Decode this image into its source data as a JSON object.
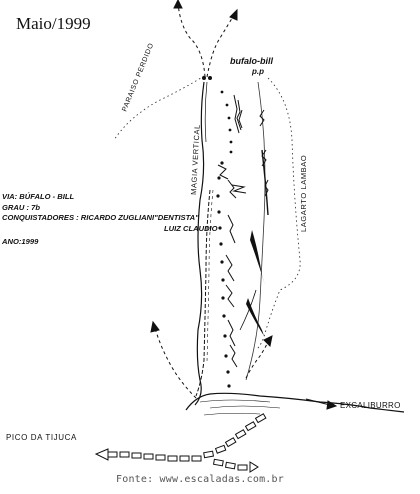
{
  "date": "Maio/1999",
  "route": {
    "name": "bufalo-bill",
    "belay_mark": "p.p"
  },
  "neighbor_routes": {
    "left_upper": "PARAISO PERDIDO",
    "left_middle": "MAGIA VERTICAL",
    "right": "LAGARTO LAMBAO",
    "bottom_right": "EXCALIBURRO",
    "bottom_left": "PICO DA TIJUCA"
  },
  "info": {
    "via": "VIA: BÚFALO - BILL",
    "grau": "GRAU : 7b",
    "conquistadores_1": "CONQUISTADORES : RICARDO ZUGLIANI\"DENTISTA\"",
    "conquistadores_2": "LUIZ CLAUDIO",
    "ano": "ANO:1999"
  },
  "credit": "Fonte: www.escaladas.com.br"
}
